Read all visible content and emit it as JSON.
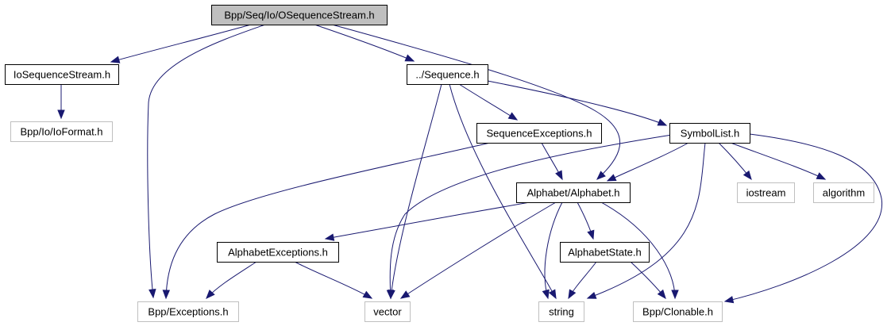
{
  "diagram": {
    "title": "Include dependency graph for OSequenceStream.h",
    "colors": {
      "edge": "#191970",
      "root_fill": "#bfbfbf",
      "root_border": "#000000",
      "documented_border": "#000000",
      "external_border": "#bfbfbf",
      "external_text": "#000000"
    },
    "nodes": [
      {
        "id": "root",
        "label": "Bpp/Seq/Io/OSequenceStream.h",
        "kind": "root"
      },
      {
        "id": "iosequencestream",
        "label": "IoSequenceStream.h",
        "kind": "documented"
      },
      {
        "id": "ioformat",
        "label": "Bpp/Io/IoFormat.h",
        "kind": "external"
      },
      {
        "id": "sequence",
        "label": "../Sequence.h",
        "kind": "documented"
      },
      {
        "id": "sequenceexceptions",
        "label": "SequenceExceptions.h",
        "kind": "documented"
      },
      {
        "id": "symbollist",
        "label": "SymbolList.h",
        "kind": "documented"
      },
      {
        "id": "alphabet",
        "label": "Alphabet/Alphabet.h",
        "kind": "documented"
      },
      {
        "id": "iostream",
        "label": "iostream",
        "kind": "external"
      },
      {
        "id": "algorithm",
        "label": "algorithm",
        "kind": "external"
      },
      {
        "id": "alphabetexceptions",
        "label": "AlphabetExceptions.h",
        "kind": "documented"
      },
      {
        "id": "alphabetstate",
        "label": "AlphabetState.h",
        "kind": "documented"
      },
      {
        "id": "exceptions",
        "label": "Bpp/Exceptions.h",
        "kind": "external"
      },
      {
        "id": "vector",
        "label": "vector",
        "kind": "external"
      },
      {
        "id": "string",
        "label": "string",
        "kind": "external"
      },
      {
        "id": "clonable",
        "label": "Bpp/Clonable.h",
        "kind": "external"
      }
    ],
    "edges": [
      {
        "from": "root",
        "to": "iosequencestream"
      },
      {
        "from": "root",
        "to": "exceptions"
      },
      {
        "from": "root",
        "to": "sequence"
      },
      {
        "from": "root",
        "to": "alphabet"
      },
      {
        "from": "iosequencestream",
        "to": "ioformat"
      },
      {
        "from": "sequence",
        "to": "sequenceexceptions"
      },
      {
        "from": "sequence",
        "to": "symbollist"
      },
      {
        "from": "sequence",
        "to": "vector"
      },
      {
        "from": "sequence",
        "to": "string"
      },
      {
        "from": "sequenceexceptions",
        "to": "exceptions"
      },
      {
        "from": "sequenceexceptions",
        "to": "alphabet"
      },
      {
        "from": "symbollist",
        "to": "alphabet"
      },
      {
        "from": "symbollist",
        "to": "iostream"
      },
      {
        "from": "symbollist",
        "to": "algorithm"
      },
      {
        "from": "symbollist",
        "to": "vector"
      },
      {
        "from": "symbollist",
        "to": "string"
      },
      {
        "from": "symbollist",
        "to": "clonable"
      },
      {
        "from": "alphabet",
        "to": "alphabetexceptions"
      },
      {
        "from": "alphabet",
        "to": "alphabetstate"
      },
      {
        "from": "alphabet",
        "to": "vector"
      },
      {
        "from": "alphabet",
        "to": "string"
      },
      {
        "from": "alphabet",
        "to": "clonable"
      },
      {
        "from": "alphabetexceptions",
        "to": "exceptions"
      },
      {
        "from": "alphabetexceptions",
        "to": "vector"
      },
      {
        "from": "alphabetstate",
        "to": "string"
      },
      {
        "from": "alphabetstate",
        "to": "clonable"
      }
    ]
  }
}
